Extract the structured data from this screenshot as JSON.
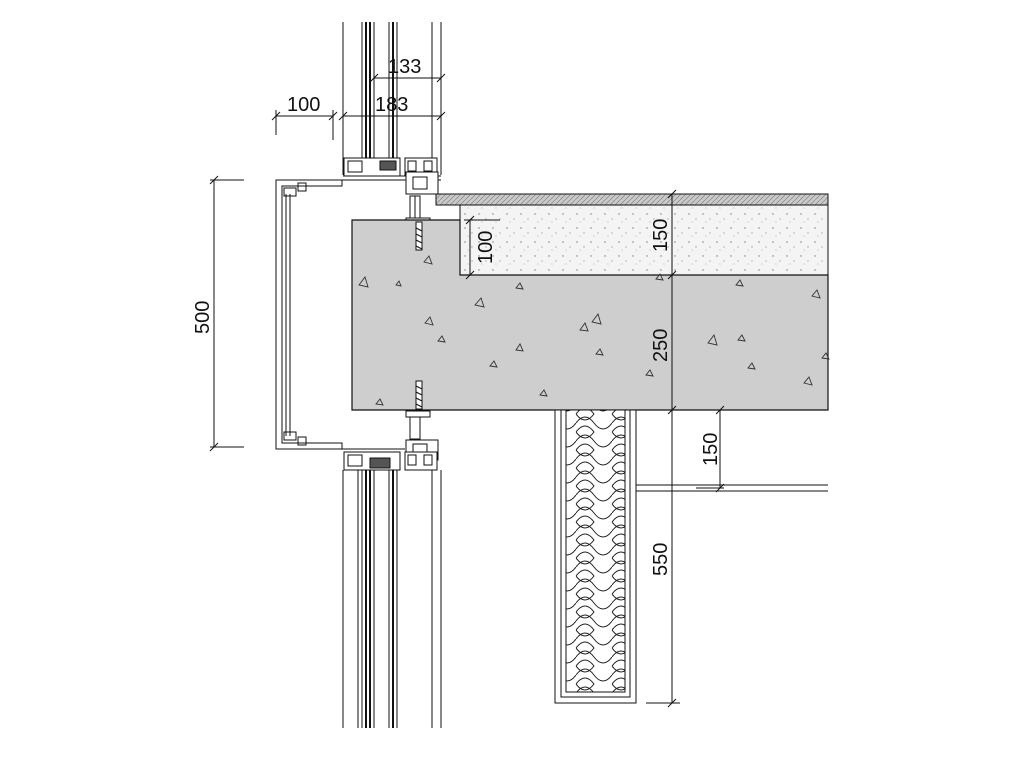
{
  "dimensions": {
    "top_133": "133",
    "top_183": "183",
    "top_100": "100",
    "left_500": "500",
    "recess_100": "100",
    "screed_150": "150",
    "slab_250": "250",
    "ceiling_150": "150",
    "wall_550": "550"
  },
  "colors": {
    "concrete": "#cfcfcf",
    "screed": "#f2f2f2",
    "floor_finish": "#b8b8b8",
    "line": "#111111",
    "insulation": "#ffffff"
  }
}
